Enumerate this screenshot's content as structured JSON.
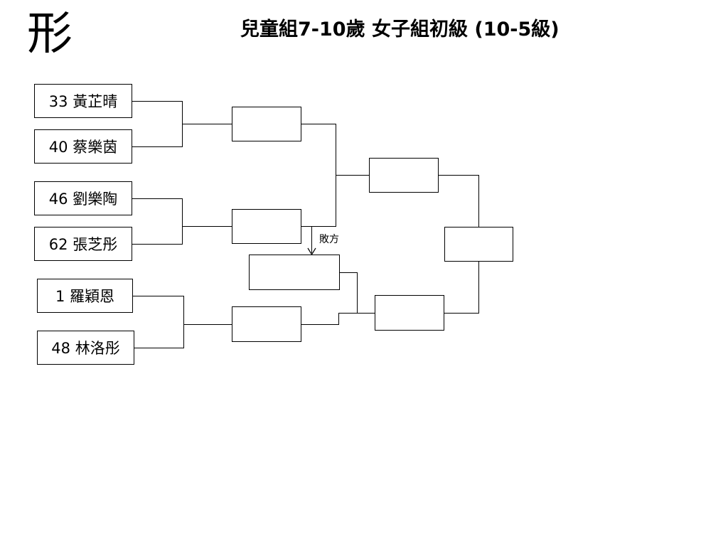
{
  "header": {
    "category_char": "形",
    "title": "兒童組7-10歲 女子組初級 (10-5級)"
  },
  "competitors": [
    {
      "number": "33",
      "name": "黃芷晴",
      "label": "33 黃芷晴"
    },
    {
      "number": "40",
      "name": "蔡樂茵",
      "label": "40 蔡樂茵"
    },
    {
      "number": "46",
      "name": "劉樂陶",
      "label": "46 劉樂陶"
    },
    {
      "number": "62",
      "name": "張芝彤",
      "label": "62 張芝彤"
    },
    {
      "number": "1",
      "name": "羅穎恩",
      "label": "1 羅穎恩"
    },
    {
      "number": "48",
      "name": "林洛彤",
      "label": "48 林洛彤"
    }
  ],
  "bracket": {
    "loser_label": "敗方",
    "result_slots": [
      "",
      "",
      "",
      "",
      "",
      "",
      ""
    ]
  }
}
